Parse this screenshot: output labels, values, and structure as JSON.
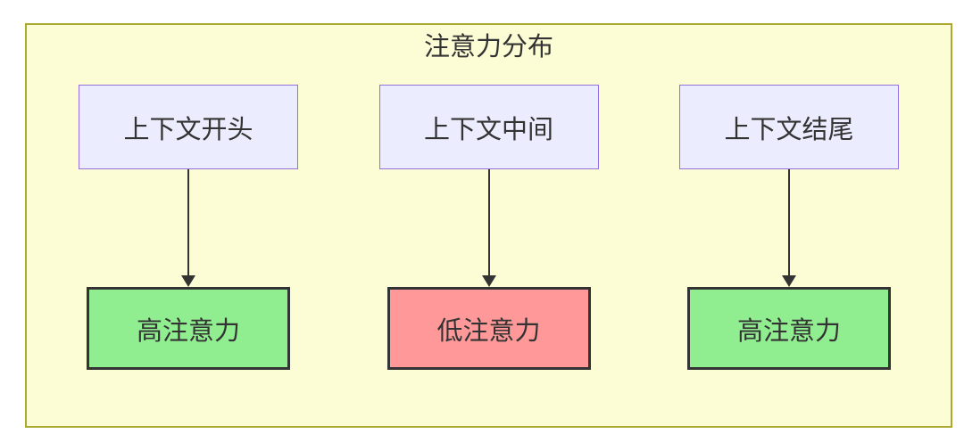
{
  "theme": {
    "page-bg": "#ffffff",
    "diagram-bg": "#fdfdd5",
    "diagram-border": "#aaaa33",
    "context-fill": "#ececff",
    "context-border": "#9370db",
    "high-fill": "#90ee90",
    "low-fill": "#ff9999",
    "target-border": "#333333",
    "arrow-color": "#333333",
    "text-color": "#333333"
  },
  "diagram": {
    "title": "注意力分布",
    "columns": [
      {
        "source": "上下文开头",
        "target": "高注意力",
        "attention": "high"
      },
      {
        "source": "上下文中间",
        "target": "低注意力",
        "attention": "low"
      },
      {
        "source": "上下文结尾",
        "target": "高注意力",
        "attention": "high"
      }
    ]
  }
}
